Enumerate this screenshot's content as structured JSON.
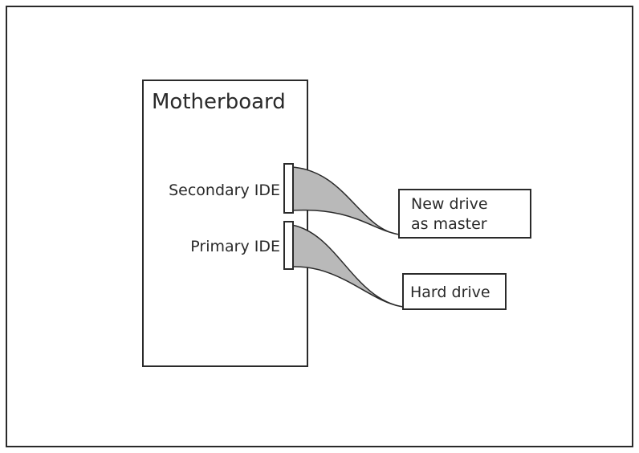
{
  "diagram": {
    "motherboard": {
      "label": "Motherboard"
    },
    "ports": {
      "secondary": {
        "label": "Secondary IDE"
      },
      "primary": {
        "label": "Primary IDE"
      }
    },
    "drives": {
      "new_drive": {
        "line1": "New drive",
        "line2": "as master"
      },
      "hard_drive": {
        "label": "Hard drive"
      }
    },
    "colors": {
      "stroke": "#2a2a2a",
      "cable_fill": "#b9b9b9",
      "background": "#ffffff"
    }
  }
}
